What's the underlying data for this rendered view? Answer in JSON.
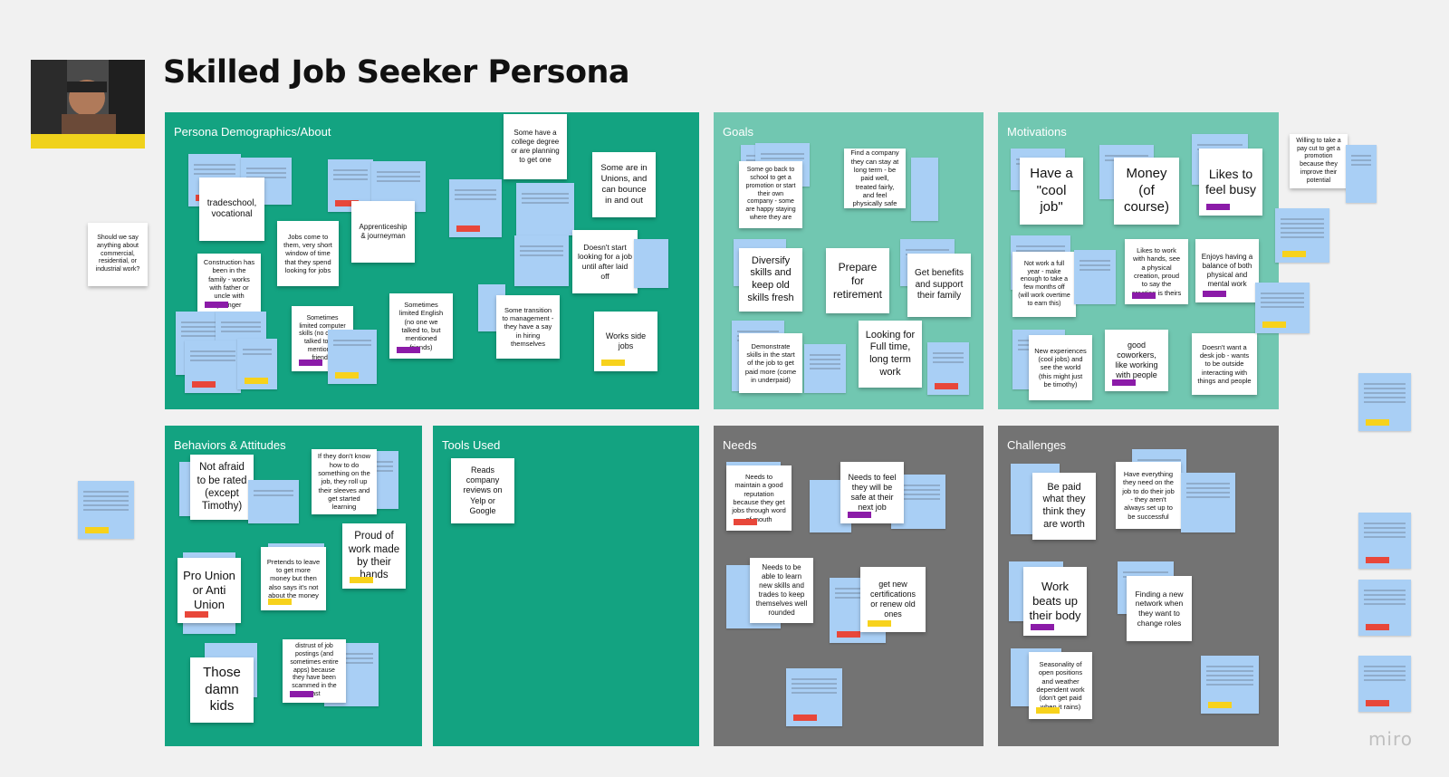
{
  "board": {
    "title": "Skilled Job Seeker Persona",
    "brand": "miro"
  },
  "sections": {
    "demographics": "Persona Demographics/About",
    "goals": "Goals",
    "motivations": "Motivations",
    "behaviors": "Behaviors & Attitudes",
    "tools": "Tools Used",
    "needs": "Needs",
    "challenges": "Challenges"
  },
  "side_notes": {
    "left_question": "Should we say anything about commercial, residential, or industrial work?",
    "right_promotion": "Willing to take a pay cut to get a promotion because they improve their potential"
  },
  "demographics_notes": [
    "tradeschool, vocational",
    "Construction has been in the family - works with father or uncle with younger",
    "Jobs come to them, very short window of time that they spend looking for jobs",
    "Apprenticeship & journeyman",
    "Sometimes limited computer skills (no one we talked to, but mentioned friends)",
    "Sometimes limited English (no one we talked to, but mentioned friends)",
    "Some have a college degree or are planning to get one",
    "Some are in Unions, and can bounce in and out",
    "Doesn't start looking for a job until after laid off",
    "Some transition to management - they have a say in hiring themselves",
    "Works side jobs"
  ],
  "goals_notes": [
    "Some go back to school to get a promotion or start their own company - some are happy staying where they are",
    "Find a company they can stay at long term - be paid well, treated fairly, and feel physically safe",
    "Diversify skills and keep old skills fresh",
    "Prepare for retirement",
    "Get benefits and support their family",
    "Demonstrate skills in the start of the job to get paid more (come in underpaid)",
    "Looking for Full time, long term work"
  ],
  "motivation_notes": [
    "Have a \"cool job\"",
    "Money (of course)",
    "Likes to feel busy",
    "Not work a full year - make enough to take a few months off (will work overtime to earn this)",
    "Likes to work with hands, see a physical creation, proud to say the creation is theirs",
    "Enjoys having a balance of both physical and mental work",
    "New experiences (cool jobs) and see the world (this might just be timothy)",
    "good coworkers, like working with people",
    "Doesn't want a desk job - wants to be outside interacting with things and people"
  ],
  "behavior_notes": [
    "Not afraid to be rated (except Timothy)",
    "If they don't know how to do something on the job, they roll up their sleeves and get started learning",
    "Proud of work made by their hands",
    "Pro Union or Anti Union",
    "Pretends to leave to get more money but then also says it's not about the money",
    "Those damn kids",
    "distrust of job postings (and sometimes entire apps) because they have been scammed in the past"
  ],
  "tools_notes": [
    "Reads company reviews on Yelp or Google"
  ],
  "needs_notes": [
    "Needs to maintain a good reputation because they get jobs through word of mouth",
    "Needs to feel they will be safe at their next job",
    "Needs to be able to learn new skills and trades to keep themselves well rounded",
    "get new certifications or renew old ones"
  ],
  "challenge_notes": [
    "Be paid what they think they are worth",
    "Have everything they need on the job to do their job - they aren't always set up to be successful",
    "Work beats up their body",
    "Finding a new network when they want to change roles",
    "Seasonality of open positions and weather dependent work (don't get paid when it rains)"
  ],
  "colors": {
    "canvas": "#f1f1f1",
    "section_green": "#13a381",
    "section_mint": "#71c7b1",
    "section_gray": "#737373",
    "sticky_blue": "#a9cff5",
    "tag_red": "#e8473a",
    "tag_yellow": "#f7d21c",
    "tag_purple": "#8b1ba8"
  }
}
